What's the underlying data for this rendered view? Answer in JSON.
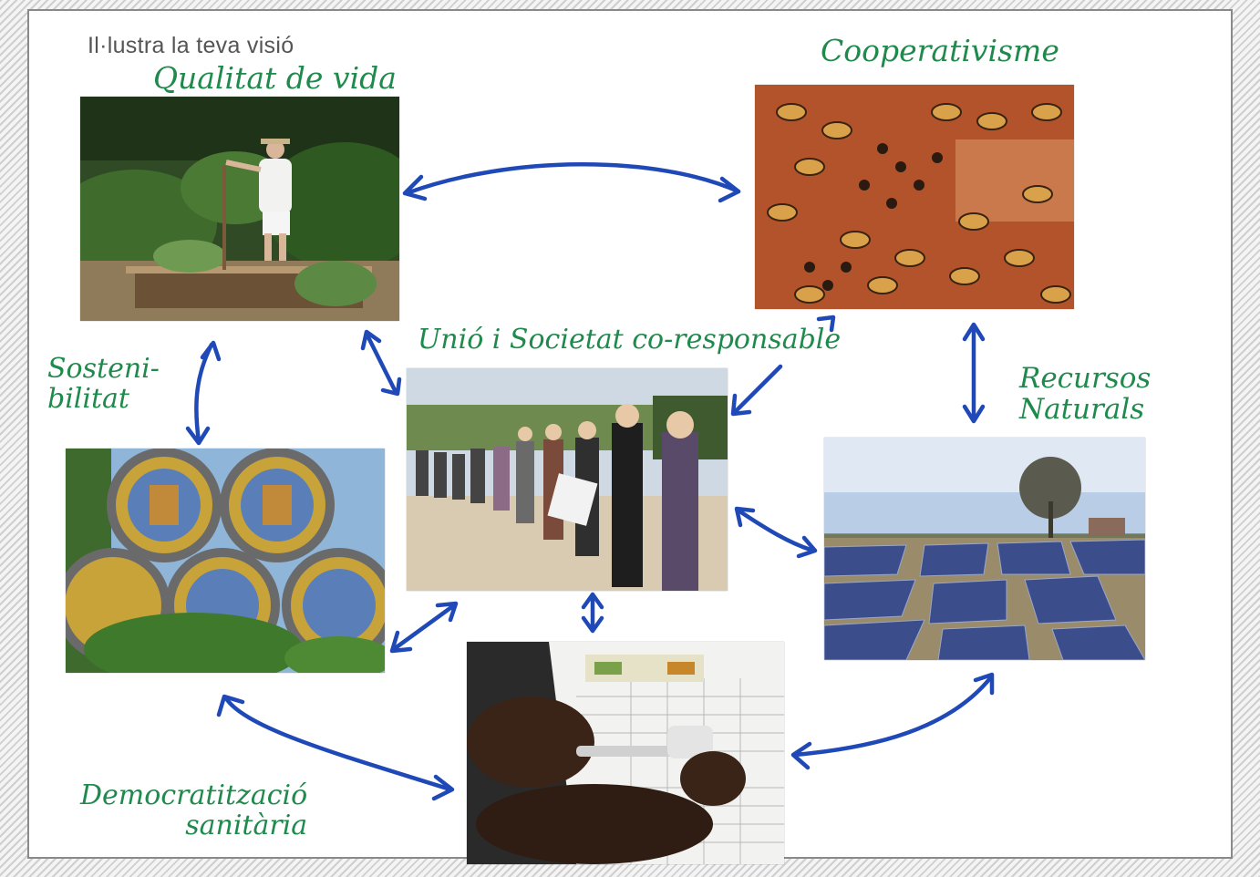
{
  "title": "Il·lustra la teva visió",
  "labels": {
    "quality_of_life": "Qualitat de vida",
    "cooperativism": "Cooperativisme",
    "union_society": "Unió i Societat co-responsable",
    "sustainability": "Sosteni-\nbilitat",
    "natural_resources": "Recursos\nNaturals",
    "health_democratization": "Democratització\nsanitària"
  },
  "colors": {
    "handwriting": "#1f8a4c",
    "arrows": "#2049b8",
    "paper": "#ffffff"
  },
  "photos": {
    "garden": "garden-photo",
    "bees": "beehive-photo",
    "chain": "human-chain-photo",
    "pipes": "pipe-houses-photo",
    "solar": "solar-farm-photo",
    "vaccine": "vaccine-photo"
  }
}
